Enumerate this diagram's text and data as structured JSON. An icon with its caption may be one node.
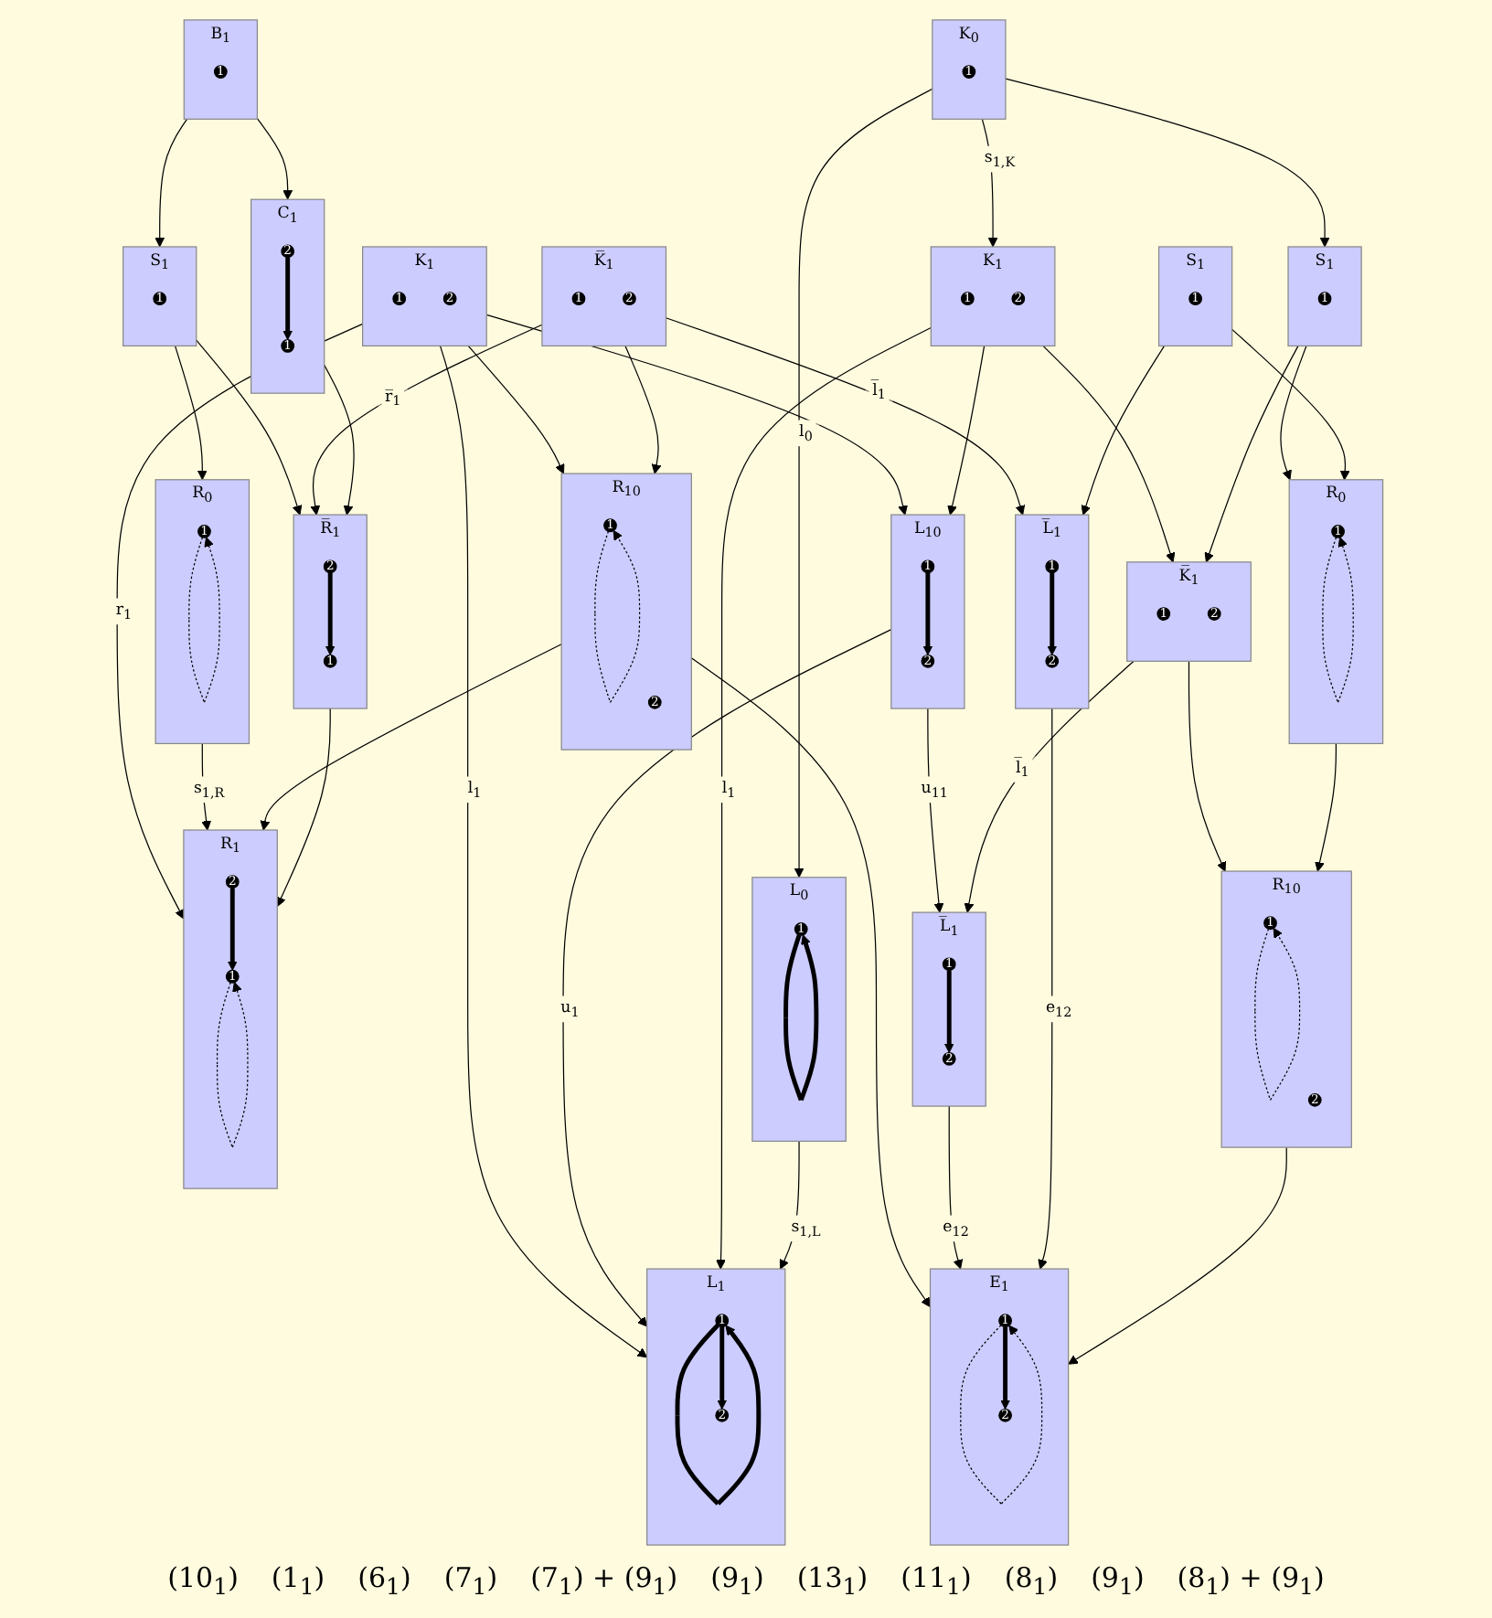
{
  "diagram": {
    "nodes": [
      {
        "text": [
          "S$_{1}$"
        ]
      },
      {
        "text": [
          "1"
        ],
        "in": 0
      },
      {
        "text": [
          "C$_{1}$"
        ]
      },
      {
        "text": [
          "1"
        ],
        "in": 2
      },
      {
        "text": [
          "2"
        ],
        "in": 2
      },
      {
        "text": [
          "B$_{1}$"
        ]
      },
      {
        "text": [
          "1"
        ],
        "in": 5
      },
      {
        "text": [
          "L$_{0}$"
        ]
      },
      {
        "text": [
          "1"
        ],
        "in": 7
      },
      {
        "text": [
          "K$_{0}$"
        ]
      },
      {
        "text": [
          "1"
        ],
        "in": 9
      },
      {
        "text": [
          "S$_{1}$"
        ]
      },
      {
        "text": [
          "1"
        ],
        "in": 11
      },
      {
        "text": [
          "R$_{0}$"
        ]
      },
      {
        "text": [
          "1"
        ],
        "in": 13
      },
      {
        "text": [
          "L̅$_{1}$"
        ]
      },
      {
        "text": [
          "1"
        ],
        "in": 15
      },
      {
        "text": [
          "2"
        ],
        "in": 15
      },
      {
        "text": [
          "K̅$_{1}$"
        ]
      },
      {
        "text": [
          "1"
        ],
        "in": 18
      },
      {
        "text": [
          "2"
        ],
        "in": 18
      },
      {
        "text": [
          "R̅$_{1}$"
        ]
      },
      {
        "text": [
          "1"
        ],
        "in": 21
      },
      {
        "text": [
          "2"
        ],
        "in": 21
      },
      {
        "text": [
          "S$_{1}$"
        ]
      },
      {
        "text": [
          "1"
        ],
        "in": 24
      },
      {
        "text": [
          "L$_{1}$"
        ]
      },
      {
        "text": [
          "1"
        ],
        "in": 26
      },
      {
        "text": [
          "2"
        ],
        "in": 26
      },
      {
        "text": [
          "K$_{1}$"
        ]
      },
      {
        "text": [
          "1"
        ],
        "in": 29
      },
      {
        "text": [
          "2"
        ],
        "in": 29
      },
      {
        "text": [
          "K̅$_{1}$"
        ]
      },
      {
        "text": [
          "1"
        ],
        "in": 32
      },
      {
        "text": [
          "2"
        ],
        "in": 32
      },
      {
        "text": [
          "R$_{10}$"
        ]
      },
      {
        "text": [
          "1"
        ],
        "in": 35
      },
      {
        "text": [
          "2"
        ],
        "in": 35
      },
      {
        "text": [
          "L$_{10}$"
        ]
      },
      {
        "text": [
          "1"
        ],
        "in": 38
      },
      {
        "text": [
          "2"
        ],
        "in": 38
      },
      {
        "text": [
          "L̅$_{1}$"
        ]
      },
      {
        "text": [
          "1"
        ],
        "in": 41
      },
      {
        "text": [
          "2"
        ],
        "in": 41
      },
      {
        "text": [
          "E$_{1}$"
        ]
      },
      {
        "text": [
          "1"
        ],
        "in": 44
      },
      {
        "text": [
          "2"
        ],
        "in": 44
      },
      {
        "text": [
          "R$_{10}$"
        ]
      },
      {
        "text": [
          "1"
        ],
        "in": 47
      },
      {
        "text": [
          "2"
        ],
        "in": 47
      },
      {
        "text": [
          "R$_{1}$"
        ]
      },
      {
        "text": [
          "1"
        ],
        "in": 50
      },
      {
        "text": [
          "2"
        ],
        "in": 50
      },
      {
        "text": [
          "R$_{0}$"
        ]
      },
      {
        "text": [
          "1"
        ],
        "in": 53
      },
      {
        "text": [
          "K$_{1}$"
        ]
      },
      {
        "text": [
          "1"
        ],
        "in": 55
      },
      {
        "text": [
          "2"
        ],
        "in": 55
      }
    ],
    "edges": [
      {
        "from": 4,
        "to": 3,
        "arrow": "to",
        "style": "thick"
      },
      {
        "from": 8,
        "to": 8,
        "arrow": "to",
        "style": "thick"
      },
      {
        "from": 14,
        "to": 14,
        "arrow": "to",
        "style": "dashed"
      },
      {
        "from": 16,
        "to": 17,
        "arrow": "to",
        "style": "thick"
      },
      {
        "from": 23,
        "to": 22,
        "arrow": "to",
        "style": "thick"
      },
      {
        "from": 27,
        "to": 27,
        "arrow": "to",
        "style": "thick"
      },
      {
        "from": 27,
        "to": 28,
        "arrow": "to",
        "style": "thick"
      },
      {
        "from": 36,
        "to": 36,
        "arrow": "to",
        "style": "dashed"
      },
      {
        "from": 39,
        "to": 40,
        "arrow": "to",
        "style": "thick"
      },
      {
        "from": 42,
        "to": 43,
        "arrow": "to",
        "style": "thick"
      },
      {
        "from": 45,
        "to": 45,
        "arrow": "to",
        "style": "dashed"
      },
      {
        "from": 45,
        "to": 46,
        "arrow": "to",
        "style": "thick"
      },
      {
        "from": 48,
        "to": 48,
        "arrow": "to",
        "style": "dashed"
      },
      {
        "from": 51,
        "to": 51,
        "arrow": "to",
        "style": "dashed"
      },
      {
        "from": 52,
        "to": 51,
        "arrow": "to",
        "style": "thick"
      },
      {
        "from": 54,
        "to": 54,
        "arrow": "to",
        "style": "dashed"
      },
      {
        "from": 0,
        "to": 13,
        "arrow": "to"
      },
      {
        "from": 0,
        "to": 15,
        "arrow": "to"
      },
      {
        "from": 5,
        "to": 2,
        "arrow": "to"
      },
      {
        "from": 2,
        "to": 21,
        "arrow": "to"
      },
      {
        "from": 5,
        "to": 24,
        "arrow": "to"
      },
      {
        "from": 9,
        "to": 7,
        "arrow": "to",
        "label": "l$_{0}$"
      },
      {
        "from": 9,
        "to": 11,
        "arrow": "to"
      },
      {
        "from": 11,
        "to": 13,
        "arrow": "to"
      },
      {
        "from": 18,
        "to": 15,
        "arrow": "to",
        "label": "l̅$_{1}$"
      },
      {
        "from": 18,
        "to": 21,
        "arrow": "to",
        "label": "r̅$_{1}$"
      },
      {
        "from": 24,
        "to": 21,
        "arrow": "to"
      },
      {
        "from": 7,
        "to": 26,
        "arrow": "to",
        "label": "s$_{1,L}$"
      },
      {
        "from": 9,
        "to": 29,
        "arrow": "to",
        "label": "s$_{1,K}$"
      },
      {
        "from": 11,
        "to": 32,
        "arrow": "to"
      },
      {
        "from": 13,
        "to": 35,
        "arrow": "to"
      },
      {
        "from": 29,
        "to": 26,
        "arrow": "to",
        "label": "l$_{1}$"
      },
      {
        "from": 29,
        "to": 32,
        "arrow": "to"
      },
      {
        "from": 32,
        "to": 35,
        "arrow": "to"
      },
      {
        "from": 38,
        "to": 26,
        "arrow": "to",
        "label": "u$_{1}$"
      },
      {
        "from": 29,
        "to": 38,
        "arrow": "to"
      },
      {
        "from": 32,
        "to": 41,
        "arrow": "to",
        "label": "l̅$_{1}$"
      },
      {
        "from": 35,
        "to": 44,
        "arrow": "to"
      },
      {
        "from": 15,
        "to": 44,
        "arrow": "to",
        "label": "e$_{12}$"
      },
      {
        "from": 18,
        "to": 47,
        "arrow": "to"
      },
      {
        "from": 21,
        "to": 50,
        "arrow": "to"
      },
      {
        "from": 24,
        "to": 53,
        "arrow": "to"
      },
      {
        "from": 38,
        "to": 41,
        "arrow": "to",
        "label": "u$_{11}$"
      },
      {
        "from": 41,
        "to": 44,
        "arrow": "to",
        "label": "e$_{12}$"
      },
      {
        "from": 47,
        "to": 44,
        "arrow": "to"
      },
      {
        "from": 47,
        "to": 50,
        "arrow": "to"
      },
      {
        "from": 53,
        "to": 50,
        "arrow": "to",
        "label": "s$_{1,R}$"
      },
      {
        "from": 55,
        "to": 26,
        "arrow": "to",
        "label": "l$_{1}$"
      },
      {
        "from": 55,
        "to": 38,
        "arrow": "to"
      },
      {
        "from": 55,
        "to": 47,
        "arrow": "to"
      },
      {
        "from": 55,
        "to": 50,
        "arrow": "to",
        "label": "r$_{1}$"
      }
    ],
    "labels": [
      "(10$_{1}$)",
      "(1$_{1}$)",
      "(6$_{1}$)",
      "(7$_{1}$)",
      "(7$_{1}$) + (9$_{1}$)",
      "(9$_{1}$)",
      "(13$_{1}$)",
      "(11$_{1}$)",
      "(8$_{1}$)",
      "(9$_{1}$)",
      "(8$_{1}$) + (9$_{1}$)"
    ]
  }
}
